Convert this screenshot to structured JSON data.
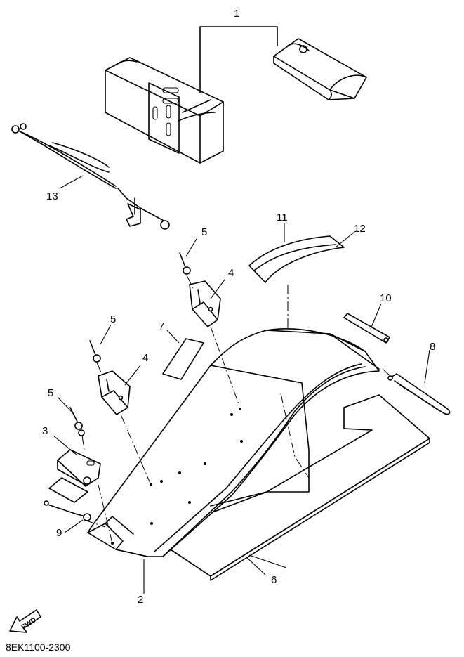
{
  "diagram": {
    "code": "8EK1100-2300",
    "fwd_label": "FWD",
    "callouts": [
      {
        "id": "c1",
        "label": "1"
      },
      {
        "id": "c2",
        "label": "2"
      },
      {
        "id": "c3",
        "label": "3"
      },
      {
        "id": "c4a",
        "label": "4"
      },
      {
        "id": "c4b",
        "label": "4"
      },
      {
        "id": "c5a",
        "label": "5"
      },
      {
        "id": "c5b",
        "label": "5"
      },
      {
        "id": "c5c",
        "label": "5"
      },
      {
        "id": "c6",
        "label": "6"
      },
      {
        "id": "c7",
        "label": "7"
      },
      {
        "id": "c8",
        "label": "8"
      },
      {
        "id": "c9",
        "label": "9"
      },
      {
        "id": "c10",
        "label": "10"
      },
      {
        "id": "c11",
        "label": "11"
      },
      {
        "id": "c12",
        "label": "12"
      },
      {
        "id": "c13",
        "label": "13"
      }
    ]
  }
}
